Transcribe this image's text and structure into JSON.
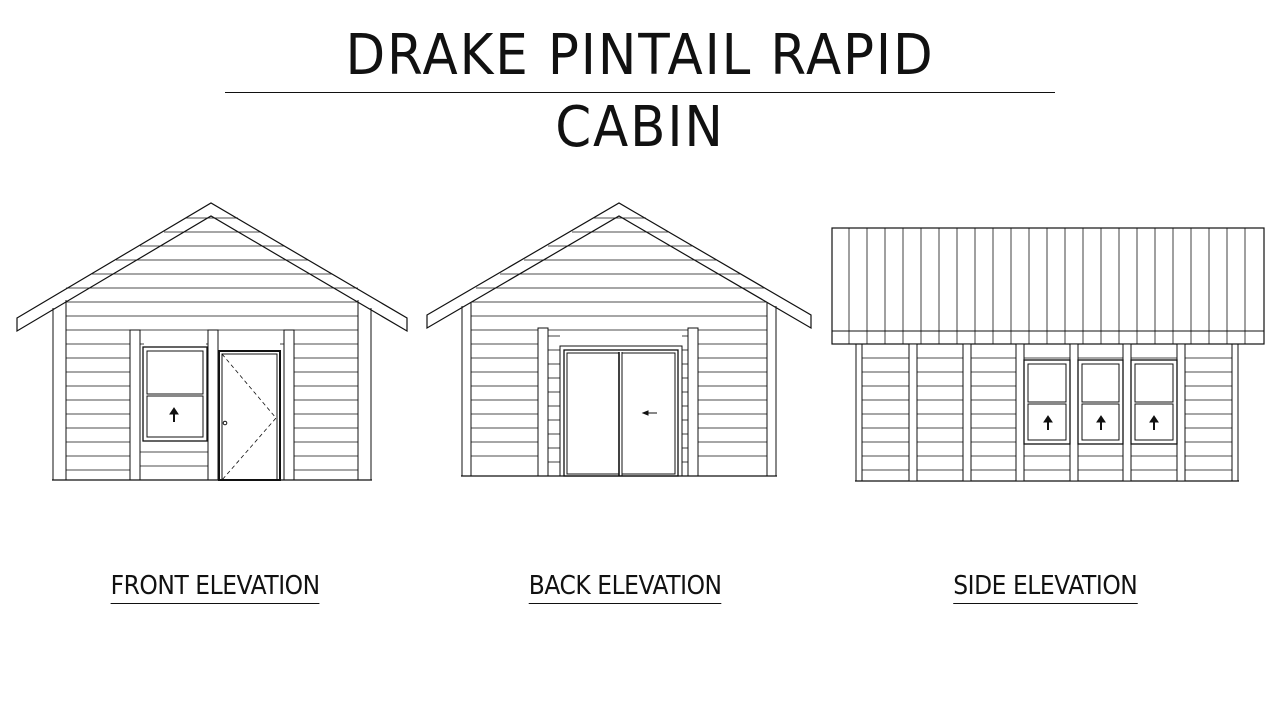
{
  "title": "DRAKE PINTAIL RAPID CABIN",
  "elevations": {
    "front": {
      "label": "FRONT ELEVATION"
    },
    "back": {
      "label": "BACK ELEVATION"
    },
    "side": {
      "label": "SIDE ELEVATION"
    }
  },
  "colors": {
    "line": "#111111",
    "background": "#ffffff"
  }
}
